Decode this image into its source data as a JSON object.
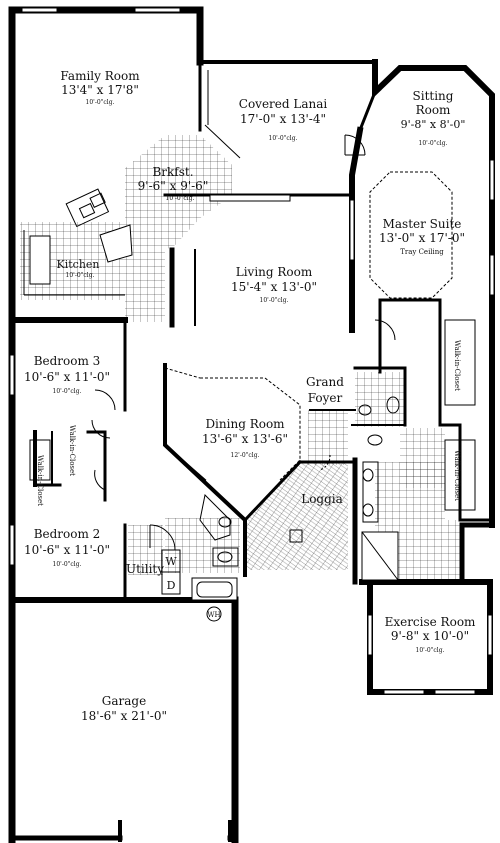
{
  "rooms": {
    "family_room": {
      "name": "Family Room",
      "dims": "13'4\" x 17'8\"",
      "ceiling": "10'-0\"clg."
    },
    "covered_lanai": {
      "name": "Covered Lanai",
      "dims": "17'-0\" x 13'-4\"",
      "ceiling": "10'-0\"clg."
    },
    "sitting_room": {
      "name1": "Sitting",
      "name2": "Room",
      "dims": "9'-8\" x 8'-0\"",
      "ceiling": "10'-0\"clg."
    },
    "brkfst": {
      "name": "Brkfst.",
      "dims": "9'-6\" x 9'-6\"",
      "ceiling": "10'-0\"clg."
    },
    "kitchen": {
      "name": "Kitchen",
      "ceiling": "10'-0\"clg."
    },
    "master_suite": {
      "name": "Master Suite",
      "dims": "13'-0\" x 17'-0\"",
      "ceiling": "Tray Ceiling"
    },
    "living_room": {
      "name": "Living Room",
      "dims": "15'-4\" x 13'-0\"",
      "ceiling": "10'-0\"clg."
    },
    "bedroom3": {
      "name": "Bedroom 3",
      "dims": "10'-6\" x 11'-0\"",
      "ceiling": "10'-0\"clg."
    },
    "grand_foyer": {
      "name1": "Grand",
      "name2": "Foyer"
    },
    "walk_in_closet": "Walk-in-Closet",
    "dining_room": {
      "name": "Dining Room",
      "dims": "13'-6\" x 13'-6\"",
      "ceiling": "12'-0\"clg."
    },
    "loggia": {
      "name": "Loggia"
    },
    "bedroom2": {
      "name": "Bedroom 2",
      "dims": "10'-6\" x 11'-0\"",
      "ceiling": "10'-0\"clg."
    },
    "utility": {
      "name": "Utility",
      "w": "W",
      "d": "D"
    },
    "exercise_room": {
      "name": "Exercise Room",
      "dims": "9'-8\" x 10'-0\"",
      "ceiling": "10'-0\"clg."
    },
    "garage": {
      "name": "Garage",
      "dims": "18'-6\" x 21'-0\""
    }
  },
  "marks": {
    "water_heater": "WH"
  }
}
